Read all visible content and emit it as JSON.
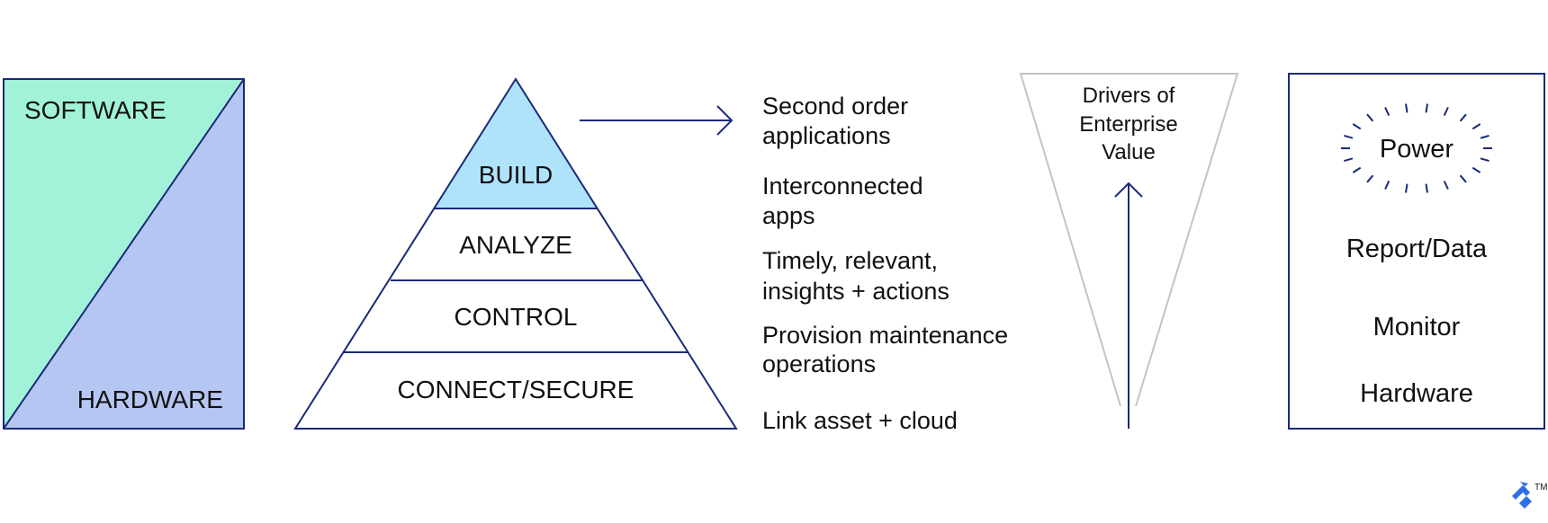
{
  "colors": {
    "navy": "#1a2a7a",
    "software_fill": "#a2f2da",
    "hardware_fill": "#b6c6f2",
    "build_fill": "#aee3fb",
    "funnel_stroke": "#c4c4c4",
    "text": "#111111",
    "logo": "#2f6fe6"
  },
  "software_hardware_panel": {
    "top_label": "SOFTWARE",
    "bottom_label": "HARDWARE"
  },
  "pyramid": {
    "layers": [
      {
        "label": "BUILD",
        "highlighted": true
      },
      {
        "label": "ANALYZE",
        "highlighted": false
      },
      {
        "label": "CONTROL",
        "highlighted": false
      },
      {
        "label": "CONNECT/SECURE",
        "highlighted": false
      }
    ]
  },
  "descriptions": [
    {
      "line1": "Second order",
      "line2": "applications"
    },
    {
      "line1": "Interconnected",
      "line2": "apps"
    },
    {
      "line1": "Timely, relevant,",
      "line2": "insights + actions"
    },
    {
      "line1": "Provision maintenance",
      "line2": "operations"
    },
    {
      "line1": "Link asset + cloud",
      "line2": ""
    }
  ],
  "funnel": {
    "line1": "Drivers of",
    "line2": "Enterprise",
    "line3": "Value"
  },
  "stack_box": {
    "power": "Power",
    "items": [
      "Report/Data",
      "Monitor",
      "Hardware"
    ]
  },
  "logo": {
    "icon": "toptal-logo-icon",
    "trademark": "TM"
  }
}
